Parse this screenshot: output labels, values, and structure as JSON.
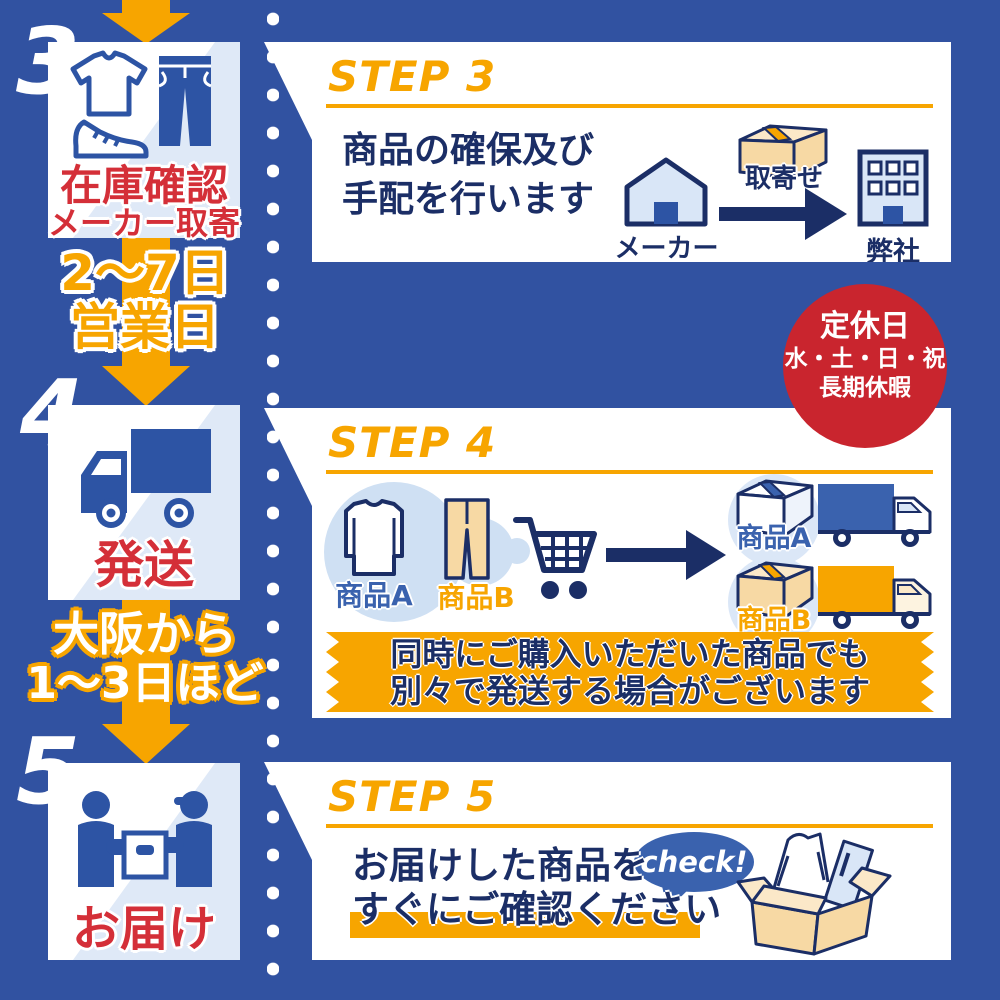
{
  "colors": {
    "background": "#3152a1",
    "card_white": "#ffffff",
    "card_diag_blue": "#dfe9f7",
    "navy": "#1b2e66",
    "mid_blue": "#3a62ae",
    "icon_blue": "#2d54a4",
    "light_blue": "#d9e6f7",
    "orange": "#f7a500",
    "red_text": "#d42f38",
    "badge_red": "#c9252e",
    "tan": "#f7d9a4"
  },
  "sidebar": {
    "step3_number": "3",
    "step3_card_lines": [
      "在庫確認",
      "メーカー取寄"
    ],
    "interval_3_4_lines": [
      "2〜7日",
      "営業日"
    ],
    "step4_number": "4",
    "step4_card_label": "発送",
    "interval_4_5_lines": [
      "大阪から",
      "1〜3日ほど"
    ],
    "step5_number": "5",
    "step5_card_label": "お届け"
  },
  "step3_panel": {
    "title": "STEP 3",
    "desc_lines": [
      "商品の確保及び",
      "手配を行います"
    ],
    "maker_label": "メーカー",
    "transfer_label": "取寄せ",
    "company_label": "弊社"
  },
  "holiday_badge": {
    "lines": [
      "定休日",
      "水・土・日・祝",
      "長期休暇"
    ]
  },
  "step4_panel": {
    "title": "STEP 4",
    "item_a_label": "商品A",
    "item_b_label": "商品B",
    "shipment_a_label": "商品A",
    "shipment_b_label": "商品B",
    "banner_lines": [
      "同時にご購入いただいた商品でも",
      "別々で発送する場合がございます"
    ]
  },
  "step5_panel": {
    "title": "STEP 5",
    "desc_lines": [
      "お届けした商品を",
      "すぐにご確認ください"
    ],
    "check_label": "check!"
  },
  "icons": {
    "flow": "down-arrow-icon",
    "step3_card": [
      "t-shirt-icon",
      "jeans-icon",
      "sneaker-icon"
    ],
    "step4_card": "truck-icon",
    "step5_card": "handoff-icon",
    "step3_panel": [
      "house-icon",
      "parcel-box-icon",
      "right-arrow-icon",
      "building-icon"
    ],
    "step4_panel": [
      "long-sleeve-shirt-icon",
      "pants-icon",
      "shopping-cart-icon",
      "right-arrow-icon",
      "parcel-box-blue-icon",
      "truck-blue-icon",
      "parcel-box-tan-icon",
      "truck-orange-icon"
    ],
    "step5_panel": [
      "speech-bubble-icon",
      "open-box-icon"
    ]
  }
}
